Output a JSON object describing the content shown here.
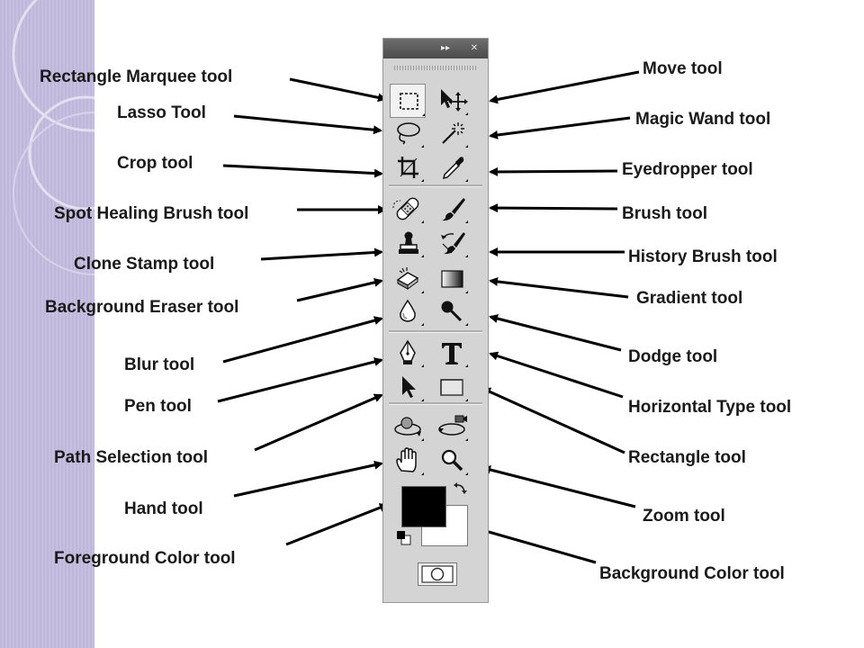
{
  "sidebar": {
    "colors": [
      "#c5bcdd",
      "#d8d2ea",
      "#bcb2d6"
    ]
  },
  "panel": {
    "header_buttons": [
      "▸▸",
      "✕"
    ]
  },
  "labels_left": [
    "Rectangle Marquee tool",
    "Lasso Tool",
    "Crop tool",
    "Spot Healing Brush tool",
    "Clone Stamp tool",
    "Background Eraser tool",
    "Blur tool",
    "Pen tool",
    "Path Selection tool",
    "Hand tool",
    "Foreground Color tool"
  ],
  "labels_right": [
    "Move tool",
    "Magic Wand tool",
    "Eyedropper tool",
    "Brush tool",
    "History Brush tool",
    "Gradient tool",
    "Dodge tool",
    "Horizontal Type tool",
    "Rectangle tool",
    "Zoom tool",
    "Background Color tool"
  ],
  "tools": [
    {
      "name": "rectangle-marquee",
      "icon": "rectangle-marquee-icon",
      "active": true
    },
    {
      "name": "move",
      "icon": "move-icon"
    },
    {
      "name": "lasso",
      "icon": "lasso-icon"
    },
    {
      "name": "magic-wand",
      "icon": "magic-wand-icon"
    },
    {
      "name": "crop",
      "icon": "crop-icon"
    },
    {
      "name": "eyedropper",
      "icon": "eyedropper-icon"
    },
    {
      "name": "spot-healing-brush",
      "icon": "bandage-icon"
    },
    {
      "name": "brush",
      "icon": "brush-icon"
    },
    {
      "name": "clone-stamp",
      "icon": "stamp-icon"
    },
    {
      "name": "history-brush",
      "icon": "history-brush-icon"
    },
    {
      "name": "background-eraser",
      "icon": "eraser-icon"
    },
    {
      "name": "gradient",
      "icon": "gradient-icon"
    },
    {
      "name": "blur",
      "icon": "droplet-icon"
    },
    {
      "name": "dodge",
      "icon": "dodge-icon"
    },
    {
      "name": "pen",
      "icon": "pen-icon"
    },
    {
      "name": "horizontal-type",
      "icon": "type-icon"
    },
    {
      "name": "path-selection",
      "icon": "arrow-cursor-icon"
    },
    {
      "name": "rectangle",
      "icon": "rectangle-icon"
    },
    {
      "name": "3d-rotate",
      "icon": "3d-rotate-icon"
    },
    {
      "name": "3d-orbit",
      "icon": "3d-orbit-icon"
    },
    {
      "name": "hand",
      "icon": "hand-icon"
    },
    {
      "name": "zoom",
      "icon": "zoom-icon"
    }
  ],
  "colors": {
    "foreground": "#000000",
    "background": "#ffffff",
    "panel": "#d4d4d4",
    "header": "#555555"
  }
}
